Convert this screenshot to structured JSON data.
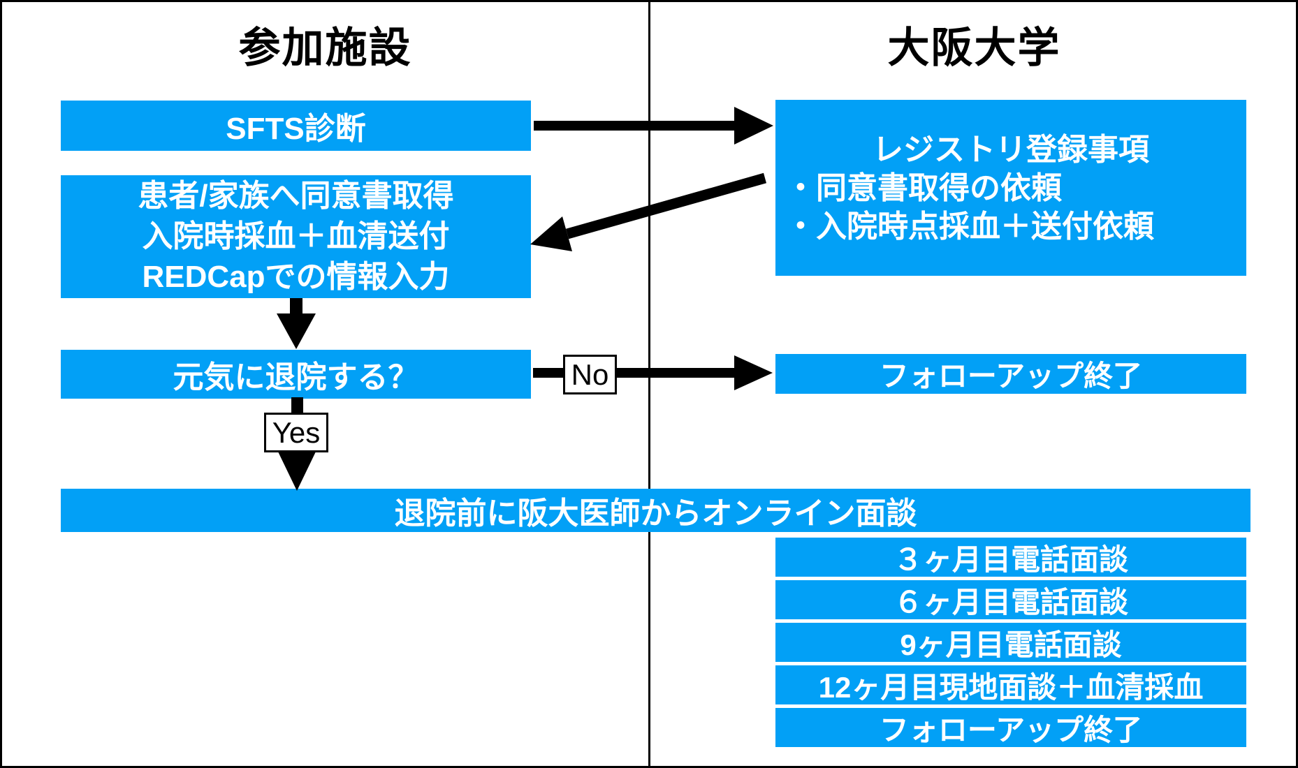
{
  "headers": {
    "left_column": "参加施設",
    "right_column": "大阪大学"
  },
  "left_column": {
    "sfts_box": "SFTS診断",
    "patient_box_lines": [
      "患者/家族へ同意書取得",
      "入院時採血＋血清送付",
      "REDCapでの情報入力"
    ],
    "discharge_question": "元気に退院する？"
  },
  "right_column": {
    "registry_title": "レジストリ登録事項",
    "registry_items": [
      "・同意書取得の依頼",
      "・入院時点採血＋送付依頼"
    ],
    "followup_end": "フォローアップ終了",
    "followup_steps": [
      "３ヶ月目電話面談",
      "６ヶ月目電話面談",
      "9ヶ月目電話面談",
      "12ヶ月目現地面談＋血清採血",
      "フォローアップ終了"
    ]
  },
  "shared": {
    "online_interview_box": "退院前に阪大医師からオンライン面談"
  },
  "decision_labels": {
    "no": "No",
    "yes": "Yes"
  },
  "colors": {
    "box_blue": "#02A0F6",
    "arrow_black": "#000000",
    "box_text_white": "#ffffff",
    "background": "#ffffff"
  }
}
